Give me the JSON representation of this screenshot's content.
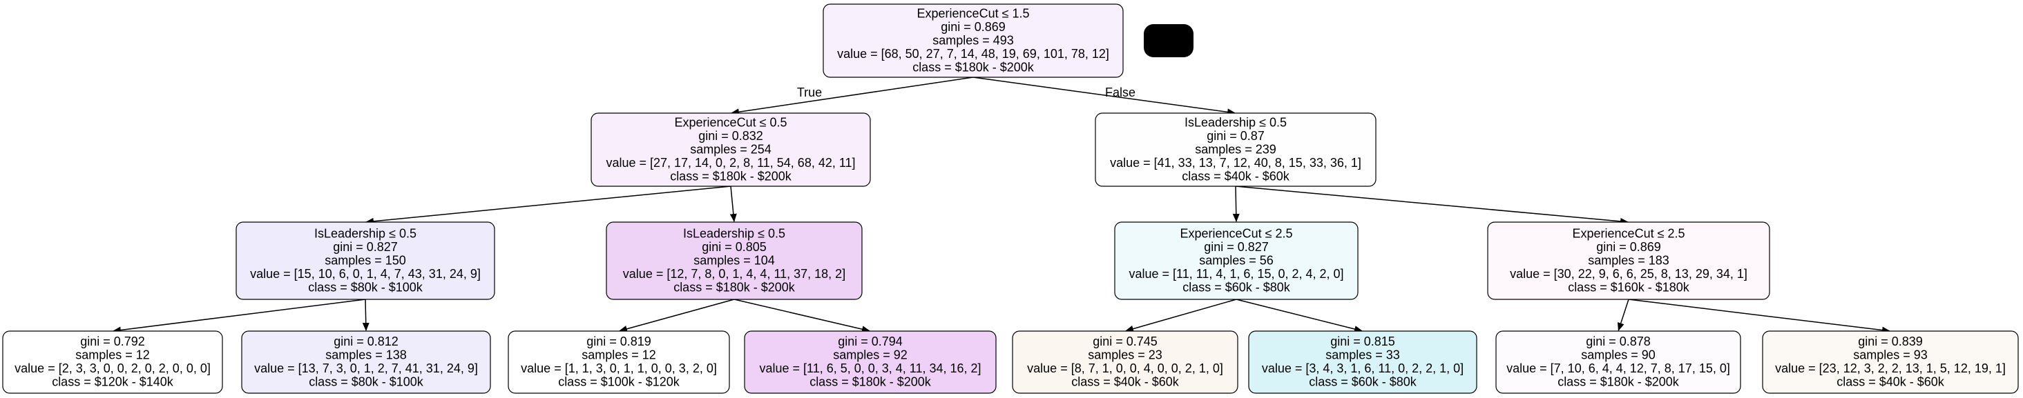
{
  "tree": {
    "nodes": [
      {
        "id": "n0",
        "lines": [
          "ExperienceCut ≤ 1.5",
          "gini = 0.869",
          "samples = 493",
          "value = [68, 50, 27, 7, 14, 48, 19, 69, 101, 78, 12]",
          "class = $180k - $200k"
        ],
        "fill": "#f8f0fd"
      },
      {
        "id": "n1",
        "lines": [
          "ExperienceCut ≤ 0.5",
          "gini = 0.832",
          "samples = 254",
          "value = [27, 17, 14, 0, 2, 8, 11, 54, 68, 42, 11]",
          "class = $180k - $200k"
        ],
        "fill": "#f9effc"
      },
      {
        "id": "n2",
        "lines": [
          "IsLeadership ≤ 0.5",
          "gini = 0.87",
          "samples = 239",
          "value = [41, 33, 13, 7, 12, 40, 8, 15, 33, 36, 1]",
          "class = $40k - $60k"
        ],
        "fill": "#fefefe"
      },
      {
        "id": "n3",
        "lines": [
          "IsLeadership ≤ 0.5",
          "gini = 0.827",
          "samples = 150",
          "value = [15, 10, 6, 0, 1, 4, 7, 43, 31, 24, 9]",
          "class = $80k - $100k"
        ],
        "fill": "#eeebfc"
      },
      {
        "id": "n4",
        "lines": [
          "IsLeadership ≤ 0.5",
          "gini = 0.805",
          "samples = 104",
          "value = [12, 7, 8, 0, 1, 4, 4, 11, 37, 18, 2]",
          "class = $180k - $200k"
        ],
        "fill": "#efd3f7"
      },
      {
        "id": "n5",
        "lines": [
          "ExperienceCut ≤ 2.5",
          "gini = 0.827",
          "samples = 56",
          "value = [11, 11, 4, 1, 6, 15, 0, 2, 4, 2, 0]",
          "class = $60k - $80k"
        ],
        "fill": "#eefafc"
      },
      {
        "id": "n6",
        "lines": [
          "ExperienceCut ≤ 2.5",
          "gini = 0.869",
          "samples = 183",
          "value = [30, 22, 9, 6, 6, 25, 8, 13, 29, 34, 1]",
          "class = $160k - $180k"
        ],
        "fill": "#fef8fd"
      },
      {
        "id": "n7",
        "lines": [
          "gini = 0.792",
          "samples = 12",
          "value = [2, 3, 3, 0, 0, 2, 0, 2, 0, 0, 0]",
          "class = $120k - $140k"
        ],
        "fill": "#ffffff"
      },
      {
        "id": "n8",
        "lines": [
          "gini = 0.812",
          "samples = 138",
          "value = [13, 7, 3, 0, 1, 2, 7, 41, 31, 24, 9]",
          "class = $80k - $100k"
        ],
        "fill": "#efedfc"
      },
      {
        "id": "n9",
        "lines": [
          "gini = 0.819",
          "samples = 12",
          "value = [1, 1, 3, 0, 1, 1, 0, 0, 3, 2, 0]",
          "class = $100k - $120k"
        ],
        "fill": "#ffffff"
      },
      {
        "id": "n10",
        "lines": [
          "gini = 0.794",
          "samples = 92",
          "value = [11, 6, 5, 0, 0, 3, 4, 11, 34, 16, 2]",
          "class = $180k - $200k"
        ],
        "fill": "#efd0f7"
      },
      {
        "id": "n11",
        "lines": [
          "gini = 0.745",
          "samples = 23",
          "value = [8, 7, 1, 0, 0, 4, 0, 0, 2, 1, 0]",
          "class = $40k - $60k"
        ],
        "fill": "#fcf6f1"
      },
      {
        "id": "n12",
        "lines": [
          "gini = 0.815",
          "samples = 33",
          "value = [3, 4, 3, 1, 6, 11, 0, 2, 2, 1, 0]",
          "class = $60k - $80k"
        ],
        "fill": "#d8f4f9"
      },
      {
        "id": "n13",
        "lines": [
          "gini = 0.878",
          "samples = 90",
          "value = [7, 10, 6, 4, 4, 12, 7, 8, 17, 15, 0]",
          "class = $180k - $200k"
        ],
        "fill": "#fdfbfe"
      },
      {
        "id": "n14",
        "lines": [
          "gini = 0.839",
          "samples = 93",
          "value = [23, 12, 3, 2, 2, 13, 1, 5, 12, 19, 1]",
          "class = $40k - $60k"
        ],
        "fill": "#fcf8f4"
      }
    ],
    "edges": [
      {
        "from": "n0",
        "to": "n1",
        "label": "True"
      },
      {
        "from": "n0",
        "to": "n2",
        "label": "False"
      },
      {
        "from": "n1",
        "to": "n3",
        "label": ""
      },
      {
        "from": "n1",
        "to": "n4",
        "label": ""
      },
      {
        "from": "n2",
        "to": "n5",
        "label": ""
      },
      {
        "from": "n2",
        "to": "n6",
        "label": ""
      },
      {
        "from": "n3",
        "to": "n7",
        "label": ""
      },
      {
        "from": "n3",
        "to": "n8",
        "label": ""
      },
      {
        "from": "n4",
        "to": "n9",
        "label": ""
      },
      {
        "from": "n4",
        "to": "n10",
        "label": ""
      },
      {
        "from": "n5",
        "to": "n11",
        "label": ""
      },
      {
        "from": "n5",
        "to": "n12",
        "label": ""
      },
      {
        "from": "n6",
        "to": "n13",
        "label": ""
      },
      {
        "from": "n6",
        "to": "n14",
        "label": ""
      }
    ],
    "colors": {
      "stroke": "#000000",
      "redaction": "#000000"
    }
  }
}
